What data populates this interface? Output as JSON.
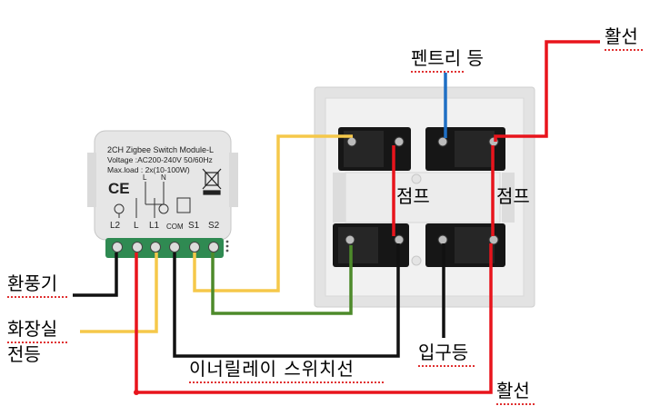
{
  "module": {
    "title": "2CH Zigbee Switch Module-L",
    "voltage": "Voltage :AC200-240V 50/60Hz",
    "max_load": "Max.load : 2x(10-100W)",
    "terminals": [
      "L2",
      "L",
      "L1",
      "COM",
      "S1",
      "S2"
    ],
    "internal_labels": [
      "L",
      "N"
    ]
  },
  "labels": {
    "hot_top": "활선",
    "pantry_light": "펜트리 등",
    "jumper_left": "점프",
    "jumper_right": "점프",
    "fan": "환풍기",
    "bath_light_line1": "화장실",
    "bath_light_line2": "전등",
    "entrance_light": "입구등",
    "inner_relay_switch_line": "이너릴레이 스위치선",
    "hot_bottom": "활선"
  },
  "colors": {
    "hot": "#e8141c",
    "pantry": "#1f6fc4",
    "yellow": "#f5c84a",
    "green": "#4d8a2a",
    "black": "#111111",
    "module_body": "#e6e6e6",
    "terminal_green": "#2f8a52"
  }
}
